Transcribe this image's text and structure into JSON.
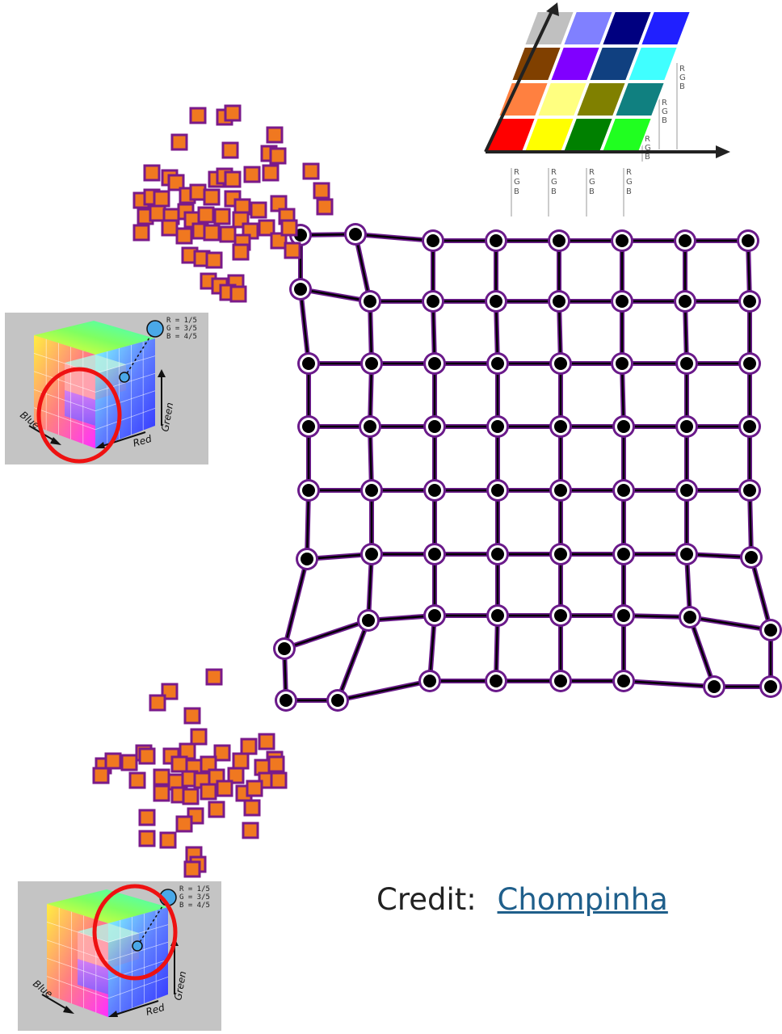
{
  "credit": {
    "label": "Credit:",
    "author": "Chompinha"
  },
  "palette": {
    "rows_top_to_bottom": [
      [
        "#c0c0c0",
        "#8080ff",
        "#000080",
        "#2020ff"
      ],
      [
        "#804000",
        "#8000ff",
        "#104080",
        "#40ffff"
      ],
      [
        "#ff8040",
        "#ffff80",
        "#808000",
        "#108080"
      ],
      [
        "#ff0000",
        "#ffff00",
        "#008000",
        "#20ff20"
      ]
    ],
    "channel_label": [
      "R",
      "G",
      "B"
    ]
  },
  "cubes": [
    {
      "readout": [
        "R = 1/5",
        "G = 3/5",
        "B = 4/5"
      ],
      "axes": [
        "Blue",
        "Red",
        "Green"
      ]
    },
    {
      "readout": [
        "R = 1/5",
        "G = 3/5",
        "B = 4/5"
      ],
      "axes": [
        "Blue",
        "Red",
        "Green"
      ]
    }
  ],
  "colors": {
    "cluster_fill": "#f07820",
    "cluster_border": "#7a1a8a",
    "node_fill": "#000000",
    "edge": "#000000",
    "edge_glow": "#6a1a8a",
    "highlight_circle": "#ee1111",
    "probe_dot": "#4aa8e8"
  }
}
